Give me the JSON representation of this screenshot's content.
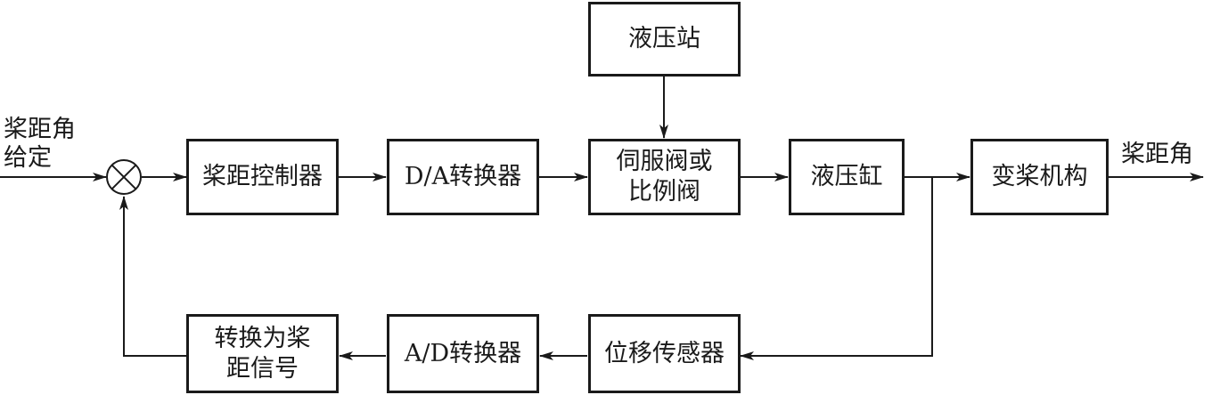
{
  "blocks": {
    "hydraulic_station": "液压站",
    "pitch_controller": "桨距控制器",
    "da_converter": "D/A转换器",
    "servo_valve": "伺服阀或\n比例阀",
    "hydraulic_cylinder": "液压缸",
    "pitch_mechanism": "变桨机构",
    "displacement_sensor": "位移传感器",
    "ad_converter": "A/D转换器",
    "to_pitch_signal": "转换为桨\n距信号"
  },
  "labels": {
    "input": "桨距角\n给定",
    "output": "桨距角"
  }
}
